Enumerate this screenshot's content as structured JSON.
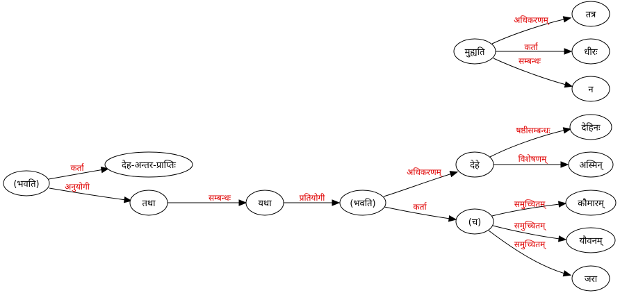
{
  "colors": {
    "edge_label": "#e00000",
    "stroke": "#000000",
    "node_fill": "#ffffff"
  },
  "nodes": {
    "bhavati1": "(भवति)",
    "deha": "देह-अन्तर-प्राप्तिः",
    "tatha": "तथा",
    "yatha": "यथा",
    "bhavati2": "(भवति)",
    "dehe": "देहे",
    "ca": "(च)",
    "dehinah": "देहिनः",
    "asmin": "अस्मिन्",
    "kaumaram": "कौमारम्",
    "yauvanam": "यौवनम्",
    "jara": "जरा",
    "muhyati": "मुह्यति",
    "tatra": "तत्र",
    "dhirah": "धीरः",
    "na": "न"
  },
  "edges": {
    "e1": "कर्ता",
    "e2": "अनुयोगी",
    "e3": "सम्बन्धः",
    "e4": "प्रतियोगी",
    "e5": "अधिकरणम्",
    "e6": "कर्ता",
    "e7": "षष्ठीसम्बन्धः",
    "e8": "विशेषणम्",
    "e9": "समुच्चितम्",
    "e10": "समुच्चितम्",
    "e11": "समुच्चितम्",
    "e12": "अधिकरणम्",
    "e13": "कर्ता",
    "e14": "सम्बन्धः"
  }
}
